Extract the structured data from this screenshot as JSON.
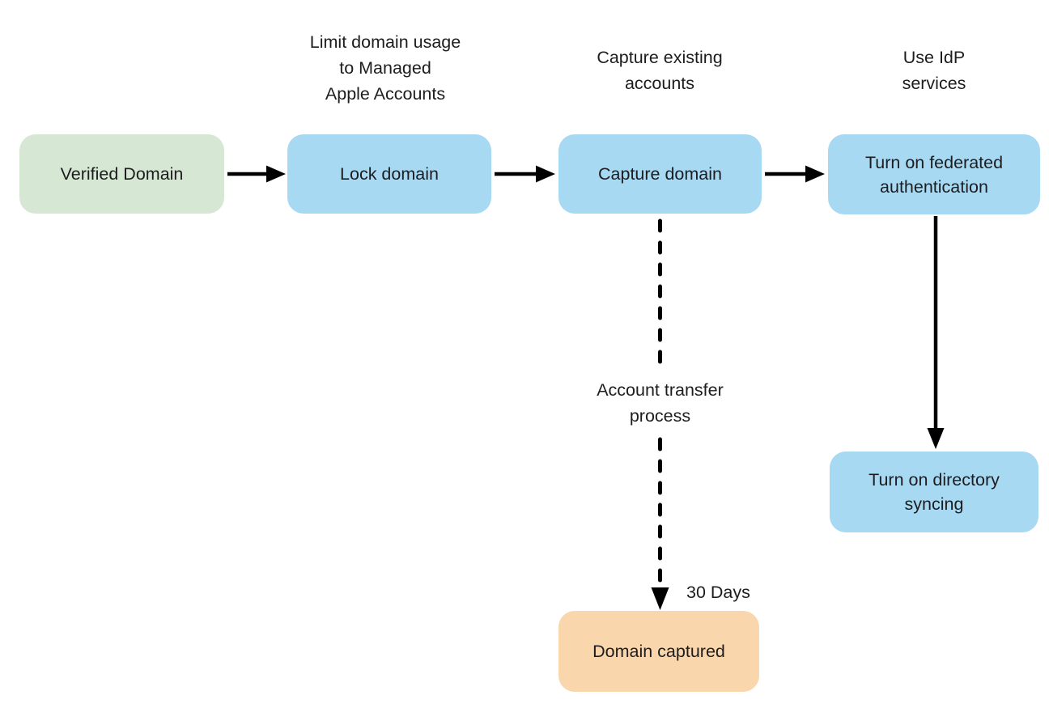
{
  "page": {
    "background": "#ffffff"
  },
  "diagram": {
    "type": "flowchart",
    "colors": {
      "arrow": "#000000",
      "text": "#1d1d1f",
      "node_green": "#d6e8d4",
      "node_blue": "#a8d9f3",
      "node_orange": "#fad6ad"
    },
    "nodes": [
      {
        "id": "verified-domain",
        "label": "Verified Domain",
        "fill": "#d6e8d4"
      },
      {
        "id": "lock-domain",
        "label": "Lock domain",
        "fill": "#a8d9f3"
      },
      {
        "id": "capture-domain",
        "label": "Capture domain",
        "fill": "#a8d9f3"
      },
      {
        "id": "turn-on-federated-authentication",
        "label": "Turn on federated authentication",
        "fill": "#a8d9f3"
      },
      {
        "id": "turn-on-directory-syncing",
        "label": "Turn on directory syncing",
        "fill": "#a8d9f3"
      },
      {
        "id": "domain-captured",
        "label": "Domain captured",
        "fill": "#fad6ad"
      }
    ],
    "annotations": {
      "limit_domain_usage": "Limit domain usage\nto Managed\nApple Accounts",
      "capture_existing": "Capture existing\naccounts",
      "use_idp": "Use IdP\nservices",
      "account_transfer": "Account transfer\nprocess",
      "thirty_days": "30 Days"
    },
    "edges": [
      {
        "from": "verified-domain",
        "to": "lock-domain",
        "style": "solid"
      },
      {
        "from": "lock-domain",
        "to": "capture-domain",
        "style": "solid"
      },
      {
        "from": "capture-domain",
        "to": "turn-on-federated-authentication",
        "style": "solid"
      },
      {
        "from": "turn-on-federated-authentication",
        "to": "turn-on-directory-syncing",
        "style": "solid"
      },
      {
        "from": "capture-domain",
        "to": "domain-captured",
        "style": "dashed"
      }
    ]
  }
}
